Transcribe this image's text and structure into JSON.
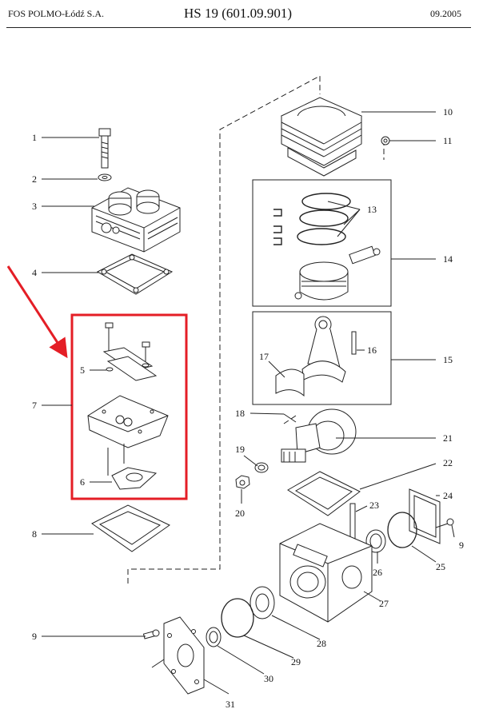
{
  "header": {
    "company": "FOS POLMO-Łódź S.A.",
    "title": "HS 19 (601.09.901)",
    "date": "09.2005"
  },
  "callouts": [
    "1",
    "2",
    "3",
    "4",
    "5",
    "6",
    "7",
    "8",
    "9",
    "10",
    "11",
    "13",
    "14",
    "15",
    "16",
    "17",
    "18",
    "19",
    "20",
    "21",
    "22",
    "23",
    "24",
    "25",
    "26",
    "27",
    "28",
    "29",
    "30",
    "31"
  ],
  "colors": {
    "highlight": "#e41e26",
    "ink": "#222222"
  }
}
